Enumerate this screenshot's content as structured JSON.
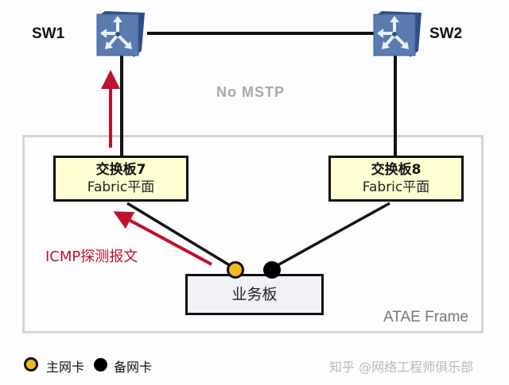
{
  "switches": [
    {
      "name": "SW1",
      "icon": "switch-icon"
    },
    {
      "name": "SW2",
      "icon": "switch-icon"
    }
  ],
  "link_label": "No MSTP",
  "frame": {
    "label": "ATAE Frame"
  },
  "fabric_boards": [
    {
      "title": "交换板7",
      "subtitle": "Fabric平面"
    },
    {
      "title": "交换板8",
      "subtitle": "Fabric平面"
    }
  ],
  "service_board": {
    "label": "业务板"
  },
  "probe": {
    "label": "ICMP探测报文"
  },
  "legend": [
    {
      "label": "主网卡",
      "color": "#f2b81c"
    },
    {
      "label": "备网卡",
      "color": "#000000"
    }
  ],
  "watermark": "知乎 @网络工程师俱乐部",
  "colors": {
    "fabric_fill": "#ffffd2",
    "probe_arrow": "#c0102a",
    "switch_body": "#5a7bb0"
  }
}
